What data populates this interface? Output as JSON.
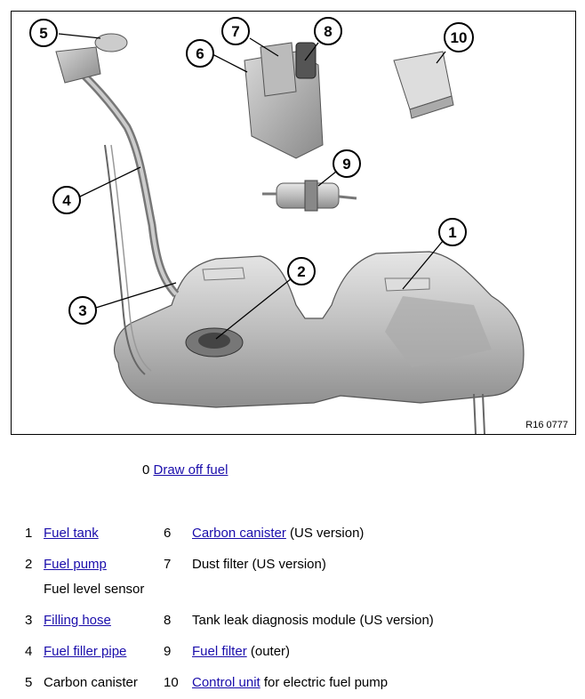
{
  "figure": {
    "id": "R16 0777",
    "callouts": [
      "1",
      "2",
      "3",
      "4",
      "5",
      "6",
      "7",
      "8",
      "9",
      "10"
    ]
  },
  "draw_off": {
    "num": "0",
    "link": "Draw off fuel"
  },
  "legend": {
    "r1": {
      "num": "1",
      "link": "Fuel tank"
    },
    "r2": {
      "num": "2",
      "link": "Fuel pump",
      "extra": "Fuel level sensor"
    },
    "r3": {
      "num": "3",
      "link": "Filling hose"
    },
    "r4": {
      "num": "4",
      "link": "Fuel filler pipe"
    },
    "r5": {
      "num": "5",
      "text": "Carbon canister"
    },
    "r6": {
      "num": "6",
      "link": "Carbon canister",
      "suffix": " (US version)"
    },
    "r7": {
      "num": "7",
      "text": "Dust filter (US version)"
    },
    "r8": {
      "num": "8",
      "text": "Tank leak diagnosis module (US version)"
    },
    "r9": {
      "num": "9",
      "link": "Fuel filter",
      "suffix": " (outer)"
    },
    "r10": {
      "num": "10",
      "link": "Control unit",
      "suffix": " for electric fuel pump"
    }
  }
}
